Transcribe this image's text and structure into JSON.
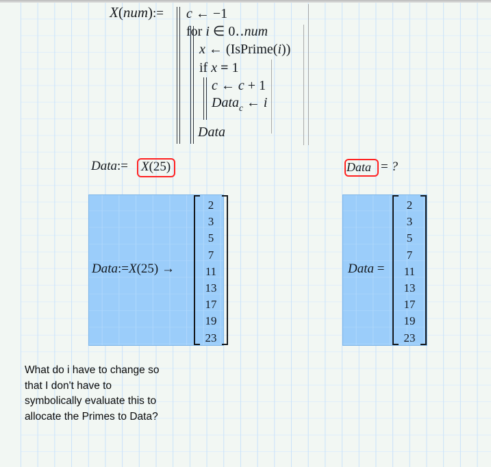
{
  "document": {
    "type": "mathcad-worksheet",
    "background_color": "#f2f7f3",
    "grid_color": "#c9e2fa",
    "selection_color": "#9bcdfa",
    "highlight_color": "#ff2020"
  },
  "program": {
    "header": "X(num) :=",
    "header_name": "X",
    "header_arg": "num",
    "header_assign": ":=",
    "lines": [
      {
        "id": "l1",
        "text": "c ← −1"
      },
      {
        "id": "l2",
        "text": "for i ∈ 0 .. num"
      },
      {
        "id": "l3",
        "text": "x ← (IsPrime(i))"
      },
      {
        "id": "l4",
        "text": "if x = 1"
      },
      {
        "id": "l5",
        "text": "c ← c + 1"
      },
      {
        "id": "l6",
        "text": "Data_c ← i"
      },
      {
        "id": "l7",
        "text": "Data"
      }
    ],
    "tokens": {
      "c": "c",
      "arrow": "←",
      "minus_one": "−1",
      "for": "for",
      "i": "i",
      "in": "∈",
      "range": "0 .. num",
      "x": "x",
      "isprime": "IsPrime",
      "paren_open": "(",
      "paren_close": ")",
      "if": "if",
      "equals": "=",
      "one": "1",
      "c_plus_1": "c + 1",
      "data": "Data",
      "subscript_c": "c"
    }
  },
  "definition_row": {
    "left": {
      "label": "Data :=",
      "var": "Data",
      "assign": ":=",
      "boxed_expression": "X(25)",
      "boxed": true
    },
    "right": {
      "boxed_variable": "Data",
      "operator": "=",
      "value_placeholder": "?",
      "boxed": true
    }
  },
  "results": {
    "left_block": {
      "label": "Data := X(25) →",
      "label_var": "Data",
      "label_assign": ":=",
      "label_call": "X(25)",
      "label_arrow": "→",
      "matrix": [
        "2",
        "3",
        "5",
        "7",
        "11",
        "13",
        "17",
        "19",
        "23"
      ],
      "selected": true
    },
    "right_block": {
      "label": "Data =",
      "label_var": "Data",
      "label_op": "=",
      "matrix": [
        "2",
        "3",
        "5",
        "7",
        "11",
        "13",
        "17",
        "19",
        "23"
      ],
      "selected": true
    }
  },
  "question": {
    "lines": [
      "What do i have to change so",
      "that I don't have to",
      "symbolically evaluate this to",
      "allocate the Primes to Data?"
    ]
  }
}
